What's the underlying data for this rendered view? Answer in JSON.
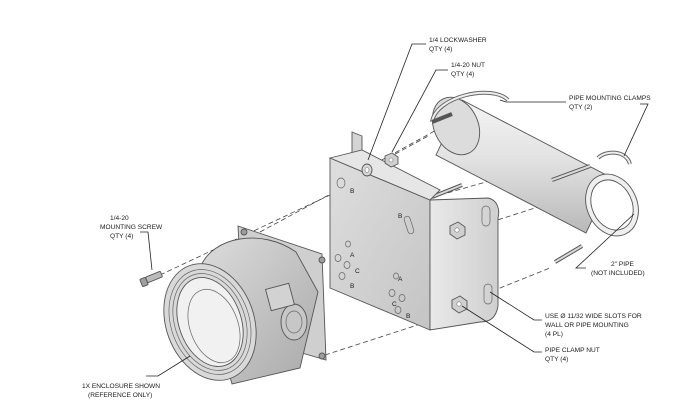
{
  "callouts": {
    "lockwasher": {
      "line1": "1/4 LOCKWASHER",
      "line2": "QTY (4)"
    },
    "nut": {
      "line1": "1/4-20 NUT",
      "line2": "QTY (4)"
    },
    "pipe_clamps": {
      "line1": "PIPE MOUNTING CLAMPS",
      "line2": "QTY (2)"
    },
    "mounting_screw": {
      "line1": "1/4-20",
      "line2": "MOUNTING SCREW",
      "line3": "QTY (4)"
    },
    "pipe": {
      "line1": "2\" PIPE",
      "line2": "(NOT INCLUDED)"
    },
    "slots": {
      "line1": "USE Ø 11/32 WIDE SLOTS FOR",
      "line2": "WALL OR PIPE MOUNTING",
      "line3": "(4 PL)"
    },
    "clamp_nut": {
      "line1": "PIPE CLAMP NUT",
      "line2": "QTY (4)"
    },
    "enclosure": {
      "line1": "1X ENCLOSURE SHOWN",
      "line2": "(REFERENCE ONLY)"
    }
  },
  "hole_labels": {
    "b_top_left": "B",
    "b_upper_right": "B",
    "a_mid": "A",
    "c_mid": "C",
    "b_mid": "B",
    "a_low": "A",
    "c_low": "C",
    "b_low": "B"
  },
  "colors": {
    "line": "#222222",
    "metal_light": "#e8e8e8",
    "metal_mid": "#c9c9c9",
    "metal_dark": "#9a9a9a"
  }
}
